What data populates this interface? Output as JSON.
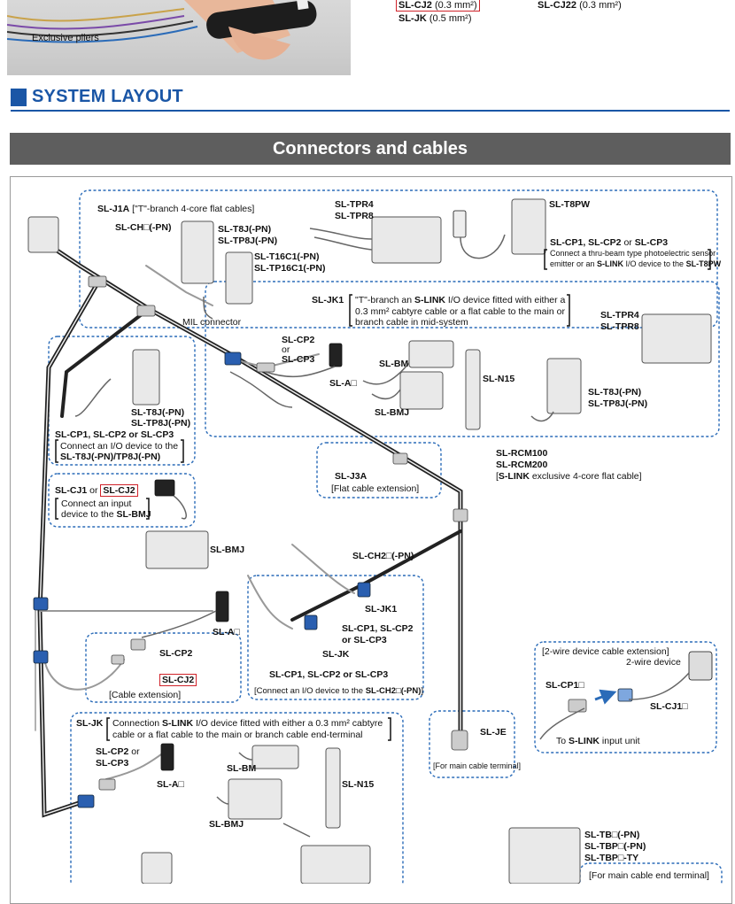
{
  "top": {
    "photo_caption": "Exclusive pliers",
    "cable_items": [
      {
        "model": "SL-CJ2",
        "spec": "(0.3 mm²)"
      },
      {
        "model": "SL-JK",
        "spec": "(0.5 mm²)"
      },
      {
        "model": "SL-CJ22",
        "spec": "(0.3 mm²)"
      }
    ]
  },
  "section": {
    "title": "SYSTEM LAYOUT"
  },
  "banner": {
    "title": "Connectors and cables"
  },
  "labels": {
    "j1a_model": "SL-J1A",
    "j1a_desc": "[\"T\"-branch 4-core flat cables]",
    "ch_model": "SL-CH□(-PN)",
    "t8j_a": "SL-T8J(-PN)",
    "tp8j_a": "SL-TP8J(-PN)",
    "t16c1": "SL-T16C1(-PN)",
    "tp16c1": "SL-TP16C1(-PN)",
    "mil": "MIL connector",
    "tpr4_a": "SL-TPR4",
    "tpr8_a": "SL-TPR8",
    "t8pw": "SL-T8PW",
    "cp_a_1": "SL-CP1",
    "cp_a_2": ", SL-CP2",
    "cp_a_3": " or ",
    "cp_a_4": "SL-CP3",
    "thru_1": "Connect a thru-beam type photoelectric sensor",
    "thru_2a": "emitter or an ",
    "thru_2b": "S-LINK",
    "thru_2c": " I/O device to the ",
    "thru_2d": "SL-T8PW",
    "jk1_model": "SL-JK1",
    "jk1_desc_1": "\"T\"-branch an ",
    "jk1_desc_1b": "S-LINK",
    "jk1_desc_1c": " I/O device fitted with either a",
    "jk1_desc_2": "0.3 mm² cabtyre cable or a flat cable to the main or",
    "jk1_desc_3": "branch cable in mid-system",
    "tpr4_b": "SL-TPR4",
    "tpr8_b": "SL-TPR8",
    "cp2_a": "SL-CP2",
    "or_a": "or",
    "cp3_a": "SL-CP3",
    "bm_a": "SL-BM",
    "a_a": "SL-A□",
    "n15_a": "SL-N15",
    "bmj_a": "SL-BMJ",
    "t8j_b": "SL-T8J(-PN)",
    "tp8j_b": "SL-TP8J(-PN)",
    "t8j_c": "SL-T8J(-PN)",
    "tp8j_c": "SL-TP8J(-PN)",
    "cp_b": "SL-CP1, SL-CP2 or SL-CP3",
    "conn_io_1": "Connect an I/O device to the",
    "conn_io_2": "SL-T8J(-PN)/TP8J(-PN)",
    "j3a": "SL-J3A",
    "j3a_desc": "[Flat cable extension]",
    "rcm100": "SL-RCM100",
    "rcm200": "SL-RCM200",
    "rcm_desc_a": "[",
    "rcm_desc_b": "S-LINK",
    "rcm_desc_c": " exclusive 4-core flat cable]",
    "cj1_or": "SL-CJ1",
    "or_b": " or ",
    "cj2_boxed": "SL-CJ2",
    "conn_input_1": "Connect an input",
    "conn_input_2": "device to the ",
    "conn_input_3": "SL-BMJ",
    "bmj_b": "SL-BMJ",
    "ch2": "SL-CH2□(-PN)",
    "jk1_b": "SL-JK1",
    "a_b": "SL-A□",
    "cp_c_1": "SL-CP1, SL-CP2",
    "cp_c_2": "or SL-CP3",
    "jk_a": "SL-JK",
    "cp2_b": "SL-CP2",
    "cj2_b": "SL-CJ2",
    "cable_ext": "[Cable extension]",
    "cp_d": "SL-CP1, SL-CP2 or SL-CP3",
    "ch2_desc_a": "[Connect an I/O device to the ",
    "ch2_desc_b": "SL-CH2□(-PN)",
    "ch2_desc_c": "]",
    "twowire_desc": "[2-wire device cable extension]",
    "twowire": "2-wire device",
    "cp1_e": "SL-CP1□",
    "cj1_e": "SL-CJ1□",
    "to_input_a": "To ",
    "to_input_b": "S-LINK",
    "to_input_c": " input unit",
    "jk_b": "SL-JK",
    "jk_desc_1a": "Connection ",
    "jk_desc_1b": "S-LINK",
    "jk_desc_1c": " I/O device fitted with either a 0.3 mm² cabtyre",
    "jk_desc_2": "cable or a flat cable to the main or branch cable end-terminal",
    "cp2_f": "SL-CP2",
    "or_f": " or",
    "cp3_f": "SL-CP3",
    "a_f": "SL-A□",
    "bm_f": "SL-BM",
    "n15_f": "SL-N15",
    "bmj_f": "SL-BMJ",
    "je": "SL-JE",
    "je_desc": "[For main cable terminal]",
    "tb": "SL-TB□(-PN)",
    "tbp": "SL-TBP□(-PN)",
    "tbpty": "SL-TBP□-TY",
    "tb_desc": "[For main cable end terminal]"
  },
  "colors": {
    "accent_blue": "#1a56a6",
    "dashed_blue": "#2a6bb8",
    "highlight_red": "#d0232a",
    "banner_gray": "#5e5e5e"
  }
}
